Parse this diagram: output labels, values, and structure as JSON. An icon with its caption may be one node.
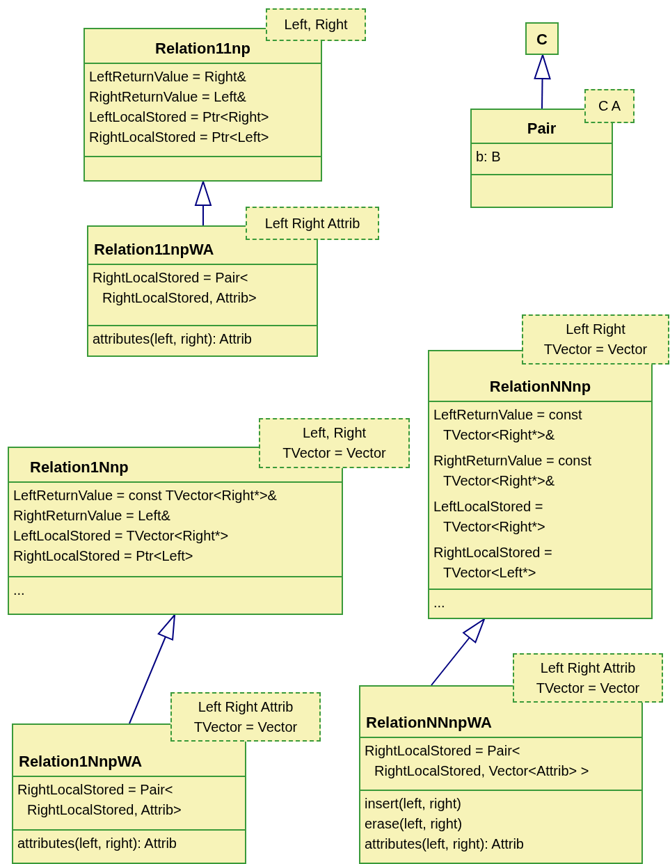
{
  "diagram": {
    "nodes": [
      {
        "text": [
          "Relation11np",
          "LeftReturnValue = Right&",
          "RightReturnValue = Left&",
          "LeftLocalStored = Ptr<Right>",
          "RightLocalStored = Ptr<Left>"
        ]
      },
      {
        "text": [
          "Left, Right"
        ]
      },
      {
        "text": [
          "Relation11npWA",
          "RightLocalStored = Pair< RightLocalStored, Attrib>",
          "attributes(left, right): Attrib"
        ]
      },
      {
        "text": [
          "Left Right Attrib"
        ]
      },
      {
        "text": [
          "C"
        ]
      },
      {
        "text": [
          "Pair",
          "b: B"
        ]
      },
      {
        "text": [
          "C A"
        ]
      },
      {
        "text": [
          "RelationNNnp",
          "LeftReturnValue = const TVector<Right*>&",
          "RightReturnValue = const TVector<Right*>&",
          "LeftLocalStored = TVector<Right*>",
          "RightLocalStored = TVector<Left*>",
          "..."
        ]
      },
      {
        "text": [
          "Left Right",
          "TVector = Vector"
        ]
      },
      {
        "text": [
          "Relation1Nnp",
          "LeftReturnValue = const TVector<Right*>&",
          "RightReturnValue = Left&",
          "LeftLocalStored = TVector<Right*>",
          "RightLocalStored = Ptr<Left>",
          "..."
        ]
      },
      {
        "text": [
          "Left, Right",
          "TVector = Vector"
        ]
      },
      {
        "text": [
          "Relation1NnpWA",
          "RightLocalStored = Pair< RightLocalStored, Attrib>",
          "attributes(left, right): Attrib"
        ]
      },
      {
        "text": [
          "Left Right Attrib",
          "TVector = Vector"
        ]
      },
      {
        "text": [
          "RelationNNnpWA",
          "RightLocalStored = Pair< RightLocalStored, Vector<Attrib> >",
          "insert(left, right)",
          "erase(left, right)",
          "attributes(left, right): Attrib"
        ]
      },
      {
        "text": [
          "Left Right Attrib",
          "TVector = Vector"
        ]
      }
    ],
    "edges": [
      {
        "from": 2,
        "to": 0,
        "arrow": "to"
      },
      {
        "from": 5,
        "to": 4,
        "arrow": "to"
      },
      {
        "from": 11,
        "to": 9,
        "arrow": "to"
      },
      {
        "from": 13,
        "to": 7,
        "arrow": "to"
      }
    ]
  }
}
